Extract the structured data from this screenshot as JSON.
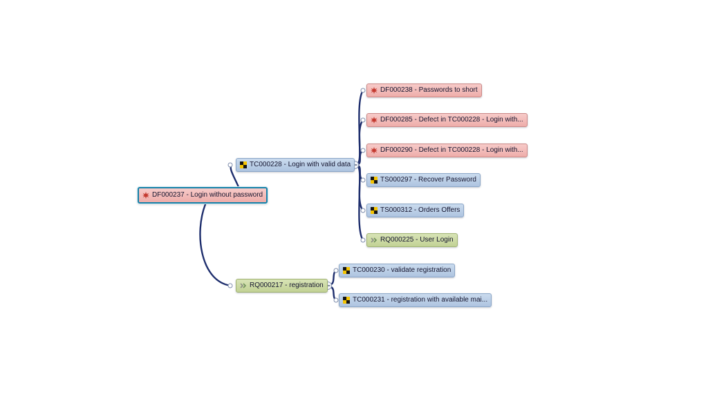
{
  "diagram": {
    "background": "#ffffff",
    "connector_color": "#1e2e6d",
    "selection_color": "#1581a8",
    "selected_node": "DF000237",
    "toggle_symbol": "−",
    "colors": {
      "defect_fill": "#f0b6b4",
      "defect_border": "#cc8886",
      "test_fill": "#b9cde4",
      "test_border": "#8aa6c8",
      "requirement_fill": "#c9d8a5",
      "requirement_border": "#9fb271"
    },
    "nodes": [
      {
        "id": "DF000237",
        "label": "DF000237 - Login without password",
        "type": "defect",
        "selected": true
      },
      {
        "id": "TC000228",
        "label": "TC000228 - Login with valid data",
        "type": "test-case",
        "collapsible": true
      },
      {
        "id": "DF000238",
        "label": "DF000238 - Passwords to short",
        "type": "defect"
      },
      {
        "id": "DF000285",
        "label": "DF000285 - Defect in TC000228 - Login with...",
        "type": "defect"
      },
      {
        "id": "DF000290",
        "label": "DF000290 - Defect in TC000228 - Login with...",
        "type": "defect"
      },
      {
        "id": "TS000297",
        "label": "TS000297 - Recover Password",
        "type": "test-set"
      },
      {
        "id": "TS000312",
        "label": "TS000312 - Orders  Offers",
        "type": "test-set"
      },
      {
        "id": "RQ000225",
        "label": "RQ000225 - User Login",
        "type": "requirement"
      },
      {
        "id": "RQ000217",
        "label": "RQ000217 - registration",
        "type": "requirement",
        "collapsible": true
      },
      {
        "id": "TC000230",
        "label": "TC000230 - validate registration",
        "type": "test-case"
      },
      {
        "id": "TC000231",
        "label": "TC000231 - registration with available mai...",
        "type": "test-case"
      }
    ],
    "hierarchy": {
      "DF000237": [
        "TC000228",
        "RQ000217"
      ],
      "TC000228": [
        "DF000238",
        "DF000285",
        "DF000290",
        "TS000297",
        "TS000312",
        "RQ000225"
      ],
      "RQ000217": [
        "TC000230",
        "TC000231"
      ]
    }
  }
}
